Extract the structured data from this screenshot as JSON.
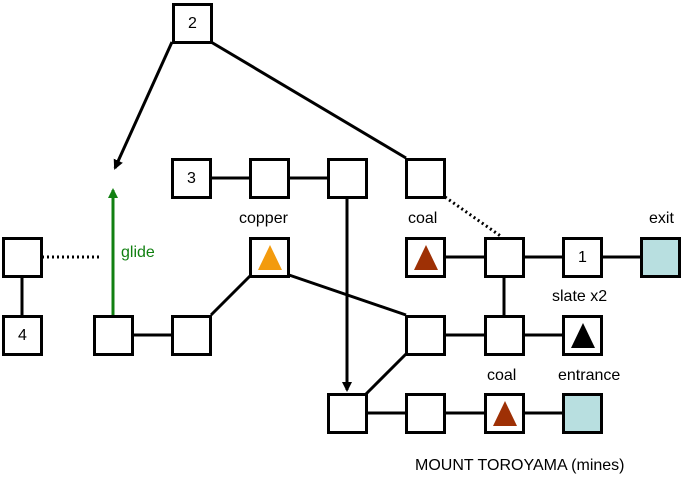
{
  "title": "MOUNT TOROYAMA (mines)",
  "colors": {
    "copper": "#f39b0e",
    "coal": "#9e3005",
    "slate": "#000000",
    "endpoint": "#b8dfe0",
    "glide": "#118011"
  },
  "nodes": [
    {
      "id": "n2",
      "label": "2"
    },
    {
      "id": "n3",
      "label": "3"
    },
    {
      "id": "r3b",
      "label": ""
    },
    {
      "id": "r3c",
      "label": ""
    },
    {
      "id": "r3d",
      "label": ""
    },
    {
      "id": "copper",
      "label": "",
      "resource": "copper"
    },
    {
      "id": "coal1",
      "label": "",
      "resource": "coal"
    },
    {
      "id": "hub",
      "label": ""
    },
    {
      "id": "n1",
      "label": "1"
    },
    {
      "id": "exit",
      "label": "",
      "endpoint": true
    },
    {
      "id": "left",
      "label": ""
    },
    {
      "id": "n4",
      "label": "4"
    },
    {
      "id": "g1",
      "label": ""
    },
    {
      "id": "g2",
      "label": ""
    },
    {
      "id": "m1",
      "label": ""
    },
    {
      "id": "m2",
      "label": ""
    },
    {
      "id": "slate",
      "label": "",
      "resource": "slate"
    },
    {
      "id": "b1",
      "label": ""
    },
    {
      "id": "b2",
      "label": ""
    },
    {
      "id": "coal2",
      "label": "",
      "resource": "coal"
    },
    {
      "id": "entrance",
      "label": "",
      "endpoint": true
    }
  ],
  "labels": {
    "copper": "copper",
    "coal_upper": "coal",
    "exit": "exit",
    "slate": "slate x2",
    "coal_lower": "coal",
    "entrance": "entrance",
    "glide": "glide"
  }
}
